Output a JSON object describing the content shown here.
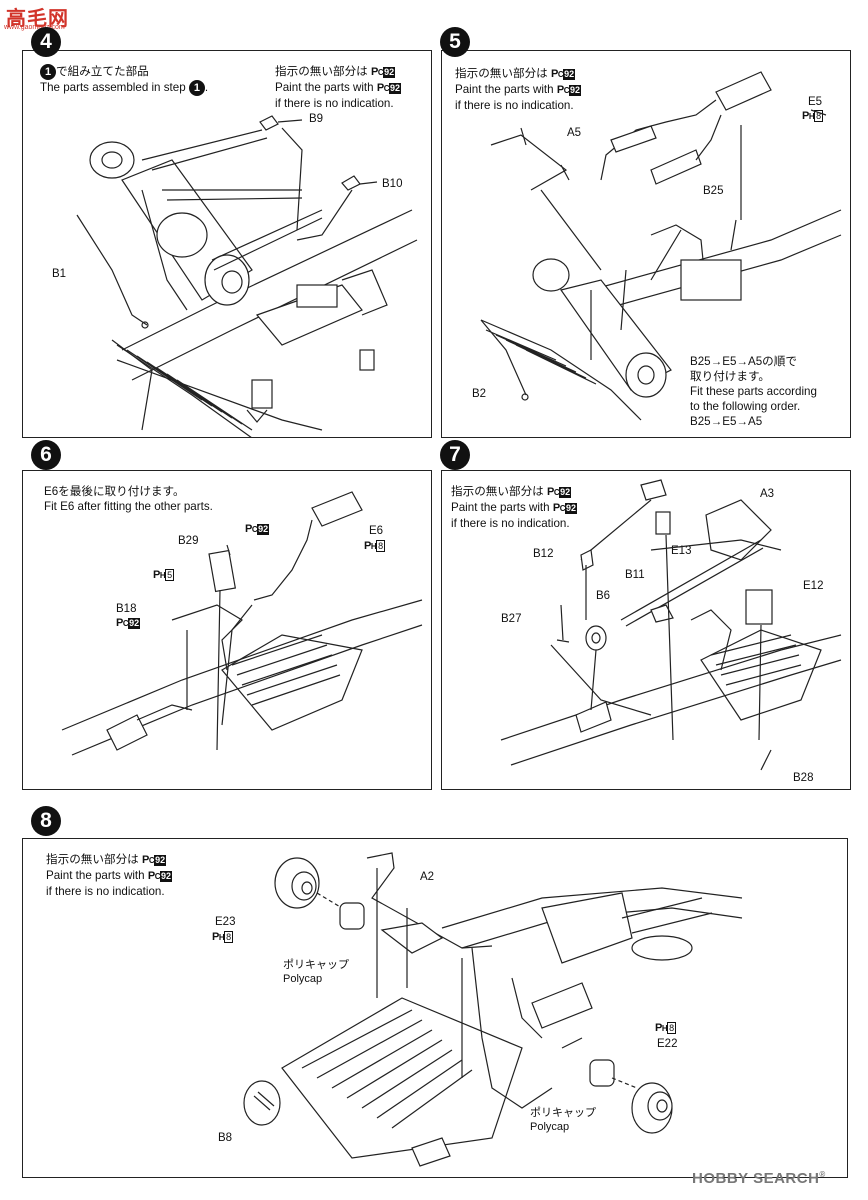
{
  "logo": {
    "chars": "高毛网",
    "url": "www.gaomaoz.com"
  },
  "watermark": {
    "text": "HOBBY SEARCH",
    "reg": "®"
  },
  "paint_pc": "P",
  "paint_pc_sub": "C",
  "paint_ph_sub": "H",
  "code92": "92",
  "code8": "8",
  "code5": "5",
  "steps": [
    {
      "number": "4",
      "note_jp_pre": "で組み立てた部品",
      "note_jp_step": "1",
      "note_en": "The parts assembled in step",
      "note_en_step": "1",
      "paint_jp": "指示の無い部分は",
      "paint_en1": "Paint the parts with",
      "paint_en2": "if there is no indication.",
      "labels": [
        "B9",
        "B10",
        "B1"
      ]
    },
    {
      "number": "5",
      "paint_jp": "指示の無い部分は",
      "paint_en1": "Paint the parts with",
      "paint_en2": "if there is no indication.",
      "labels": [
        "E5",
        "A5",
        "B25",
        "B2"
      ],
      "order_jp1": "B25→E5→A5の順で",
      "order_jp2": "取り付けます。",
      "order_en1": "Fit these parts according",
      "order_en2": "to the following order.",
      "order_en3": "B25→E5→A5"
    },
    {
      "number": "6",
      "note_jp": "E6を最後に取り付けます。",
      "note_en": "Fit E6 after fitting the other parts.",
      "labels": [
        "B29",
        "E6",
        "B18"
      ]
    },
    {
      "number": "7",
      "paint_jp": "指示の無い部分は",
      "paint_en1": "Paint the parts with",
      "paint_en2": "if there is no indication.",
      "labels": [
        "A3",
        "E13",
        "B12",
        "B11",
        "B6",
        "E12",
        "B27",
        "B28"
      ]
    },
    {
      "number": "8",
      "paint_jp": "指示の無い部分は",
      "paint_en1": "Paint the parts with",
      "paint_en2": "if there is no indication.",
      "labels": [
        "A2",
        "E23",
        "E22",
        "B8"
      ],
      "polycap_jp": "ポリキャップ",
      "polycap_en": "Polycap"
    }
  ]
}
